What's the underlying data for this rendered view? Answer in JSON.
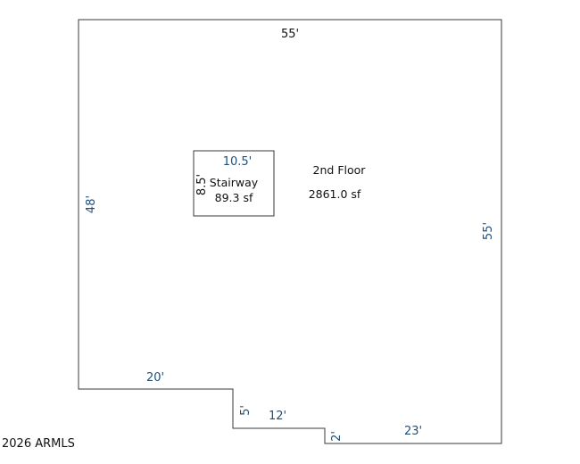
{
  "floor": {
    "name": "2nd Floor",
    "area": "2861.0 sf",
    "dims": {
      "top": "55'",
      "left": "48'",
      "right": "55'",
      "bottom_left": "20'",
      "step1_vertical": "5'",
      "step1_horizontal": "12'",
      "step2_vertical": "2'",
      "bottom_right": "23'"
    }
  },
  "stairway": {
    "name": "Stairway",
    "area": "89.3 sf",
    "width": "10.5'",
    "depth": "8.5'"
  },
  "copyright": "2026 ARMLS",
  "colors": {
    "dimension_text": "#1f4f7a",
    "outline": "#3a3a3a"
  }
}
